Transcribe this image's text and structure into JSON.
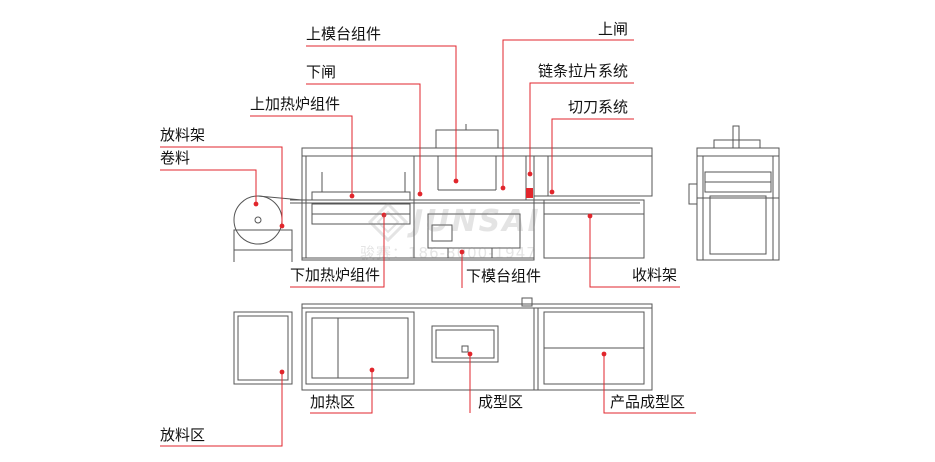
{
  "labels": {
    "shang_mo_tai": "上模台组件",
    "shang_zha": "上闸",
    "xia_zha": "下闸",
    "lian_tiao": "链条拉片系统",
    "shang_jia_re": "上加热炉组件",
    "qie_dao": "切刀系统",
    "fang_liao_jia": "放料架",
    "juan_liao": "卷料",
    "xia_jia_re": "下加热炉组件",
    "xia_mo_tai": "下模台组件",
    "shou_liao_jia": "收料架",
    "jia_re_qu": "加热区",
    "cheng_xing_qu": "成型区",
    "chan_pin_cheng_xing_qu": "产品成型区",
    "fang_liao_qu": "放料区"
  },
  "watermark": {
    "brand": "JUNSAI",
    "phone": "骏赛：186-8000-1947"
  },
  "colors": {
    "leader": "#e1262c",
    "outline": "#555555",
    "text": "#111111"
  }
}
